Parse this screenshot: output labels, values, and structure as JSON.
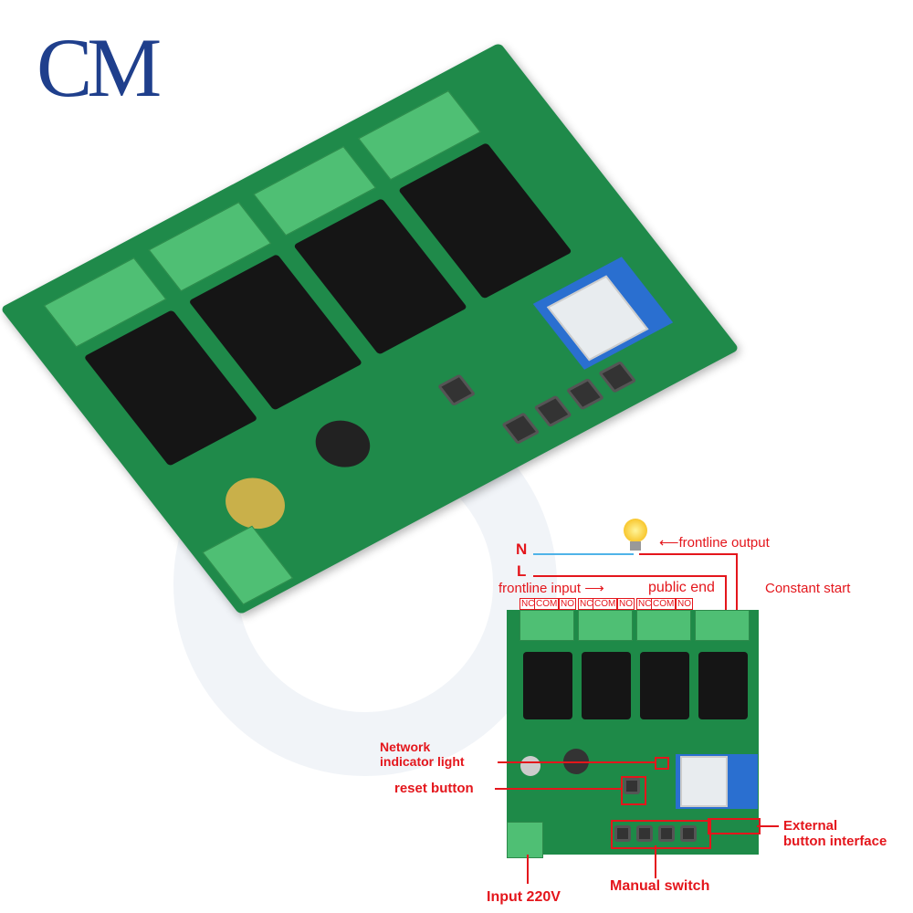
{
  "logo": {
    "text": "CM",
    "color": "#1f3f8c"
  },
  "colors": {
    "annotation": "#e4161c",
    "neutral_wire": "#4fb3e8",
    "pcb": "#1e8a48"
  },
  "wiring": {
    "neutral_label": "N",
    "live_label": "L",
    "frontline_output": "frontline output",
    "frontline_input": "frontline input",
    "public_end": "public end",
    "constant_start": "Constant start",
    "pins": [
      "NC",
      "COM",
      "NO",
      "NC",
      "COM",
      "NO",
      "NC",
      "COM",
      "NO"
    ]
  },
  "callouts": {
    "network_indicator": [
      "Network",
      "indicator light"
    ],
    "reset_button": "reset button",
    "external_button": [
      "External",
      "button interface"
    ],
    "manual_switch": "Manual switch",
    "input_220v": "Input 220V"
  },
  "icons": {
    "bulb": "light-bulb-icon",
    "arrow": "arrow-icon"
  }
}
